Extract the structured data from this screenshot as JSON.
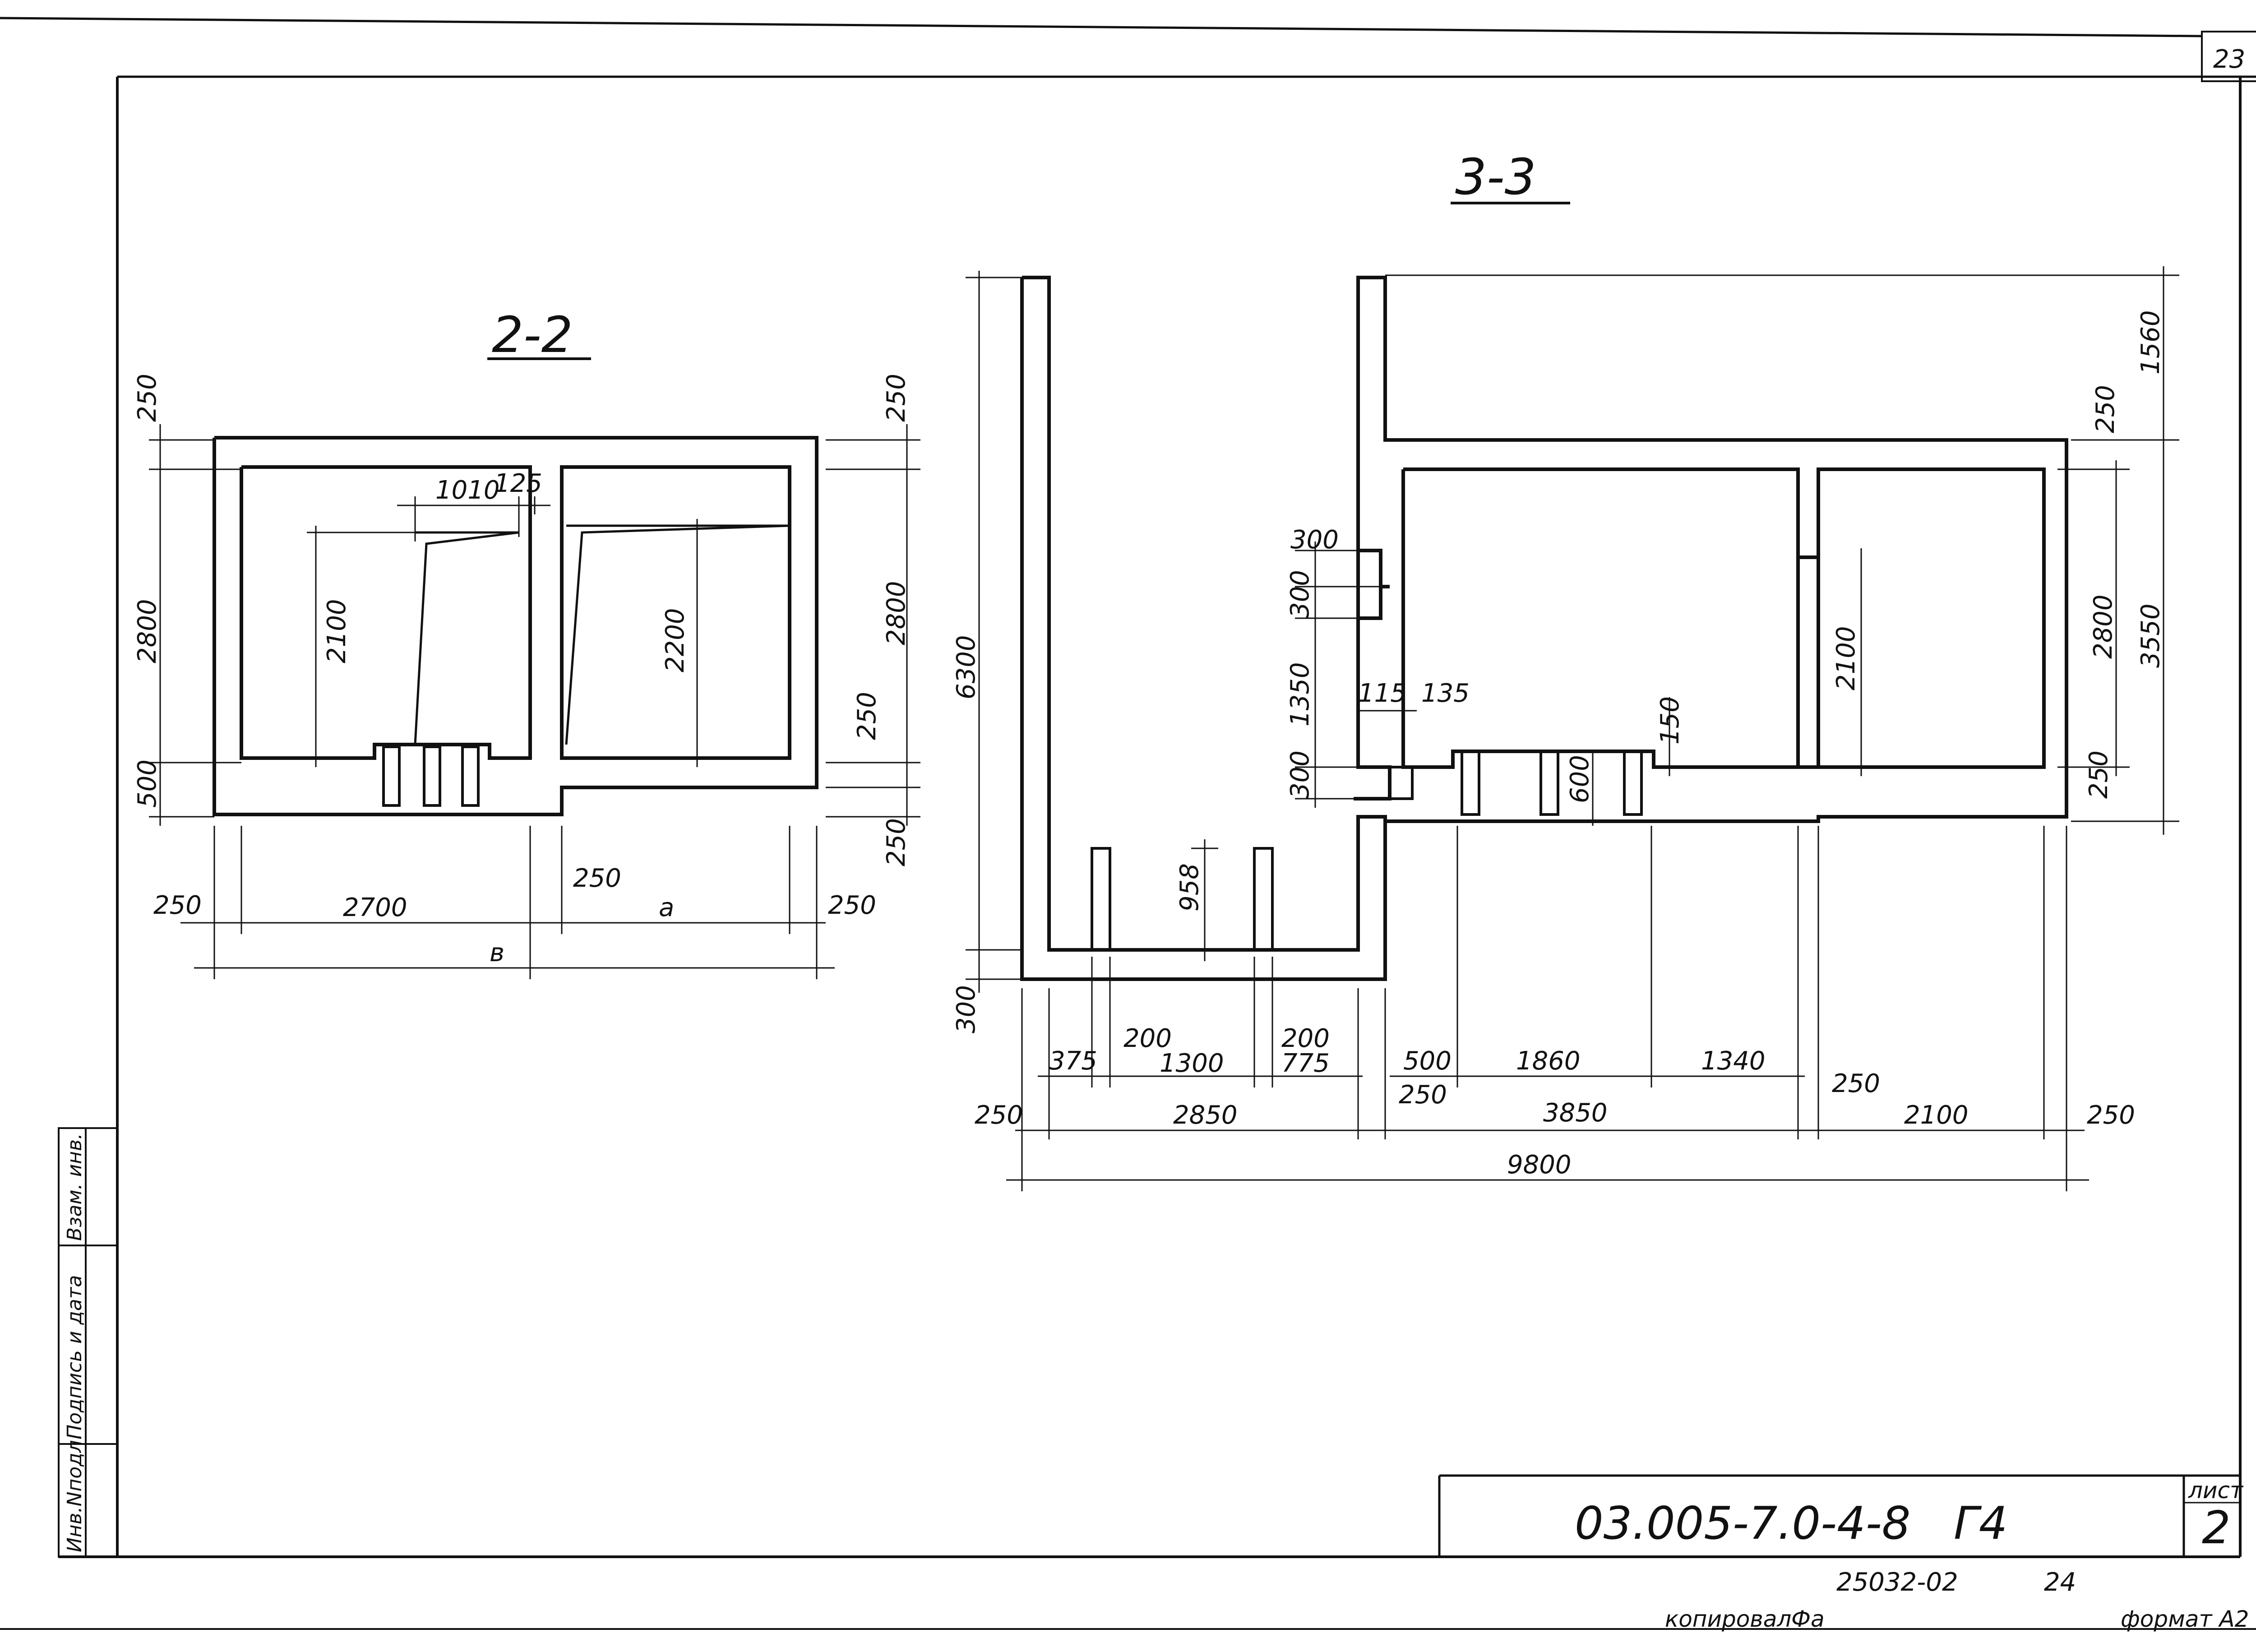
{
  "sheet": {
    "page_number": "23",
    "format": "формат А2",
    "copied_by": "копировал",
    "copier_initials": "Фа",
    "project_number": "25032-02",
    "project_page": "24"
  },
  "title_block": {
    "drawing_code": "03.005-7.0-4-8",
    "mark": "Г4",
    "sheet_label": "лист",
    "sheet_number": "2"
  },
  "side_stamp": {
    "cells": [
      "Инв.Nподл.",
      "Подпись и дата",
      "Взам. инв."
    ]
  },
  "section_2_2": {
    "title": "2-2",
    "dims": {
      "top_wall": "250",
      "left_height": "2800",
      "left_bottom": "500",
      "inner_width": "1010",
      "inner_small": "125",
      "height_left_inner": "2100",
      "height_right_inner": "2200",
      "right_top": "250",
      "right_height": "2800",
      "right_step": "250",
      "right_bottom": "250",
      "bottom_left_wall": "250",
      "bottom_width": "2700",
      "bottom_mid_wall": "250",
      "bottom_a": "a",
      "bottom_right_wall": "250",
      "bottom_total": "в"
    }
  },
  "section_3_3": {
    "title": "3-3",
    "dims": {
      "total_height": "6300",
      "bottom_slab": "300",
      "top_right": "1560",
      "right_top_wall": "250",
      "right_height_inner": "2800",
      "right_height_total": "3550",
      "right_bottom_wall": "250",
      "mid_2100": "2100",
      "left_300a": "300",
      "left_300b": "300",
      "left_1350": "1350",
      "left_300c": "300",
      "w115": "115",
      "w135": "135",
      "w150": "150",
      "w600": "600",
      "w958": "958",
      "b375": "375",
      "b200a": "200",
      "b1300": "1300",
      "b200b": "200",
      "b775": "775",
      "b500": "500",
      "b1860": "1860",
      "b1340": "1340",
      "b250a": "250",
      "b250b": "250",
      "b250c": "250",
      "b2850": "2850",
      "b3850": "3850",
      "b2100": "2100",
      "b250d": "250",
      "b9800": "9800"
    }
  },
  "colors": {
    "ink": "#111111",
    "paper": "#ffffff"
  }
}
